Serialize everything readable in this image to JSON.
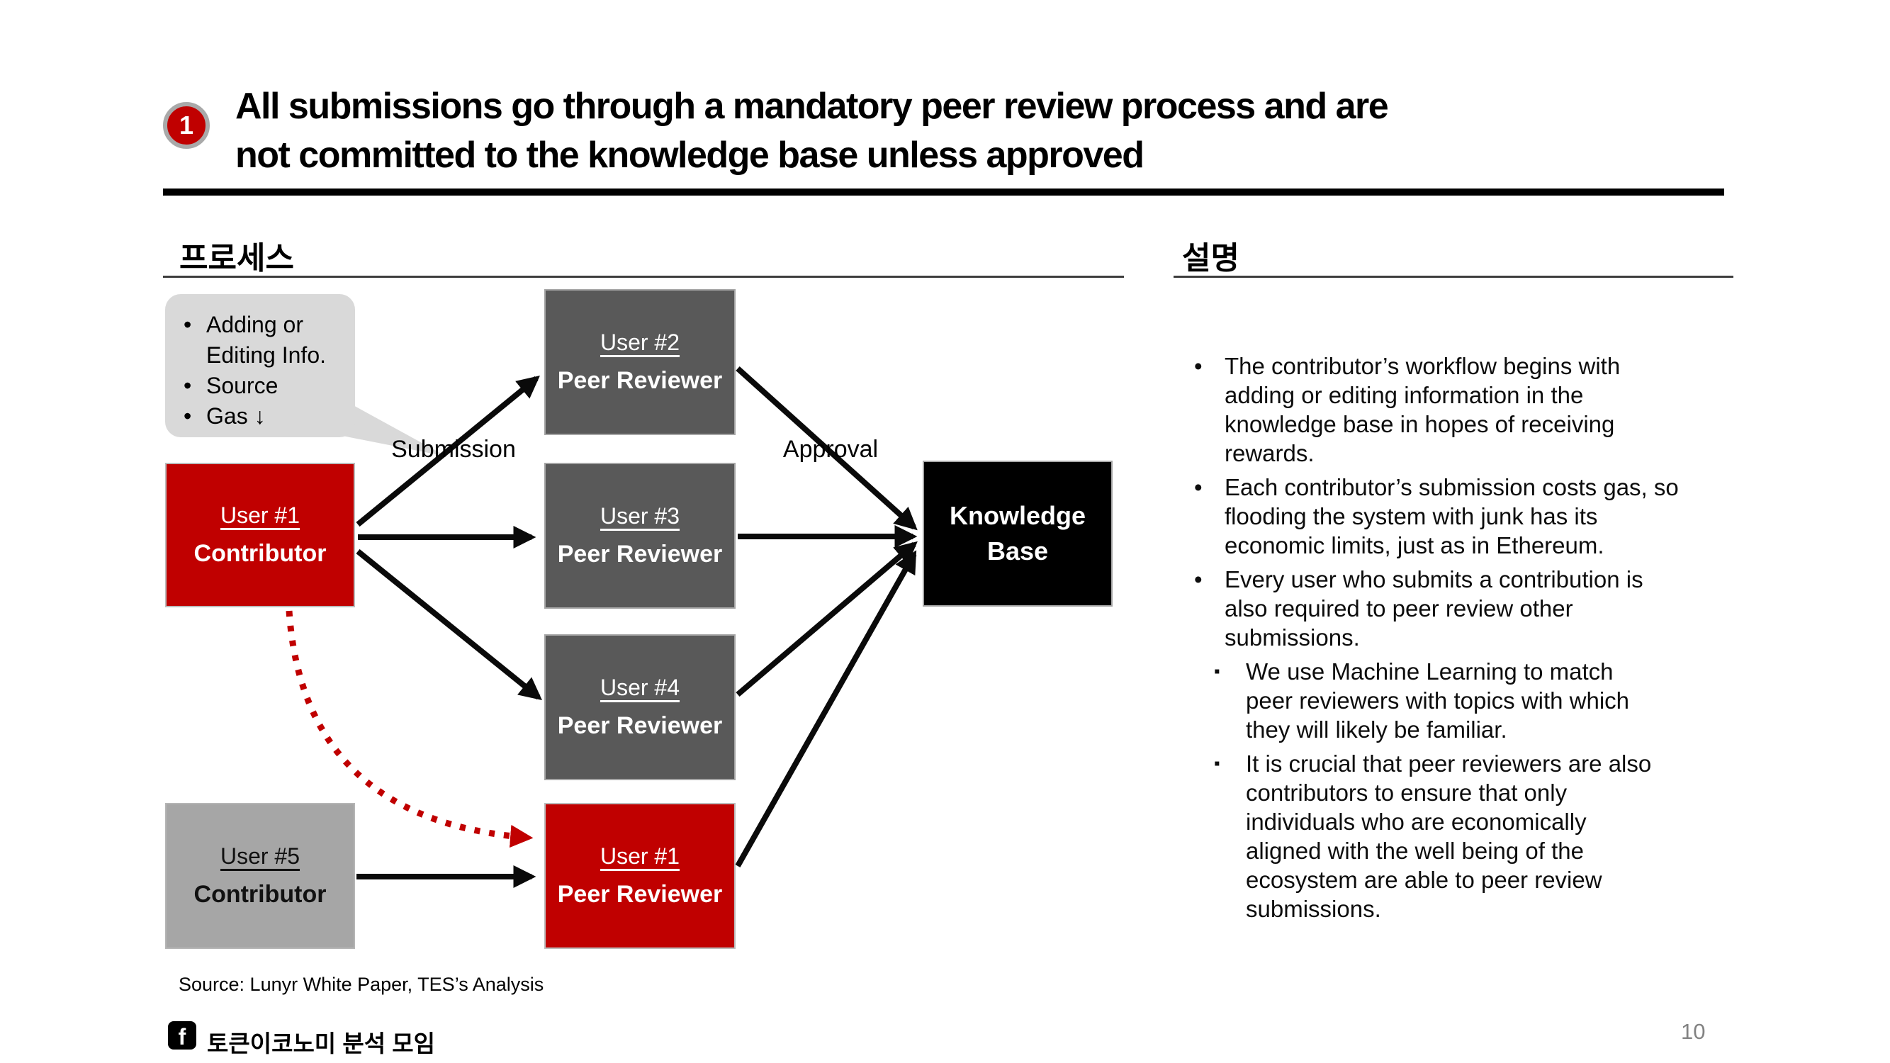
{
  "slide": {
    "number_badge": "1",
    "title": "All submissions go through a mandatory peer review process and are not committed to the knowledge base unless approved",
    "page_number": "10"
  },
  "process": {
    "heading": "프로세스",
    "bubble": {
      "items": [
        "Adding or Editing Info.",
        "Source",
        "Gas ↓"
      ]
    },
    "labels": {
      "submission": "Submission",
      "approval": "Approval"
    },
    "boxes": [
      {
        "id": "user1-contributor",
        "line1": "User #1",
        "line2": "Contributor",
        "variant": "red"
      },
      {
        "id": "user2-peer-reviewer",
        "line1": "User #2",
        "line2": "Peer Reviewer",
        "variant": "dark-gray"
      },
      {
        "id": "user3-peer-reviewer",
        "line1": "User #3",
        "line2": "Peer Reviewer",
        "variant": "dark-gray"
      },
      {
        "id": "user4-peer-reviewer",
        "line1": "User #4",
        "line2": "Peer Reviewer",
        "variant": "dark-gray"
      },
      {
        "id": "user1-peer-reviewer",
        "line1": "User #1",
        "line2": "Peer Reviewer",
        "variant": "red"
      },
      {
        "id": "user5-contributor",
        "line1": "User #5",
        "line2": "Contributor",
        "variant": "medium-gray"
      }
    ],
    "knowledge_base": {
      "line1": "Knowledge",
      "line2": "Base"
    }
  },
  "explanation": {
    "heading": "설명",
    "bullets": [
      {
        "level": 1,
        "text": "The contributor’s workflow begins with adding or editing information in the knowledge base in hopes of receiving rewards."
      },
      {
        "level": 1,
        "text": "Each contributor’s submission costs gas, so flooding the system with junk has its economic limits, just as in Ethereum."
      },
      {
        "level": 1,
        "text": "Every user who submits a contribution is also required to peer review other submissions."
      },
      {
        "level": 2,
        "text": "We use Machine Learning to match peer reviewers with topics with which they will likely be familiar."
      },
      {
        "level": 2,
        "text": "It is crucial that peer reviewers are also contributors to ensure that only individuals who are economically aligned with the well being of the ecosystem are able to peer review submissions."
      }
    ]
  },
  "footer": {
    "source": "Source: Lunyr White Paper, TES’s Analysis",
    "facebook_icon": "facebook-icon",
    "facebook_label": "토큰이코노미 분석 모임",
    "facebook_icon_letter": "f"
  },
  "colors": {
    "accent_red": "#c00000",
    "dark_gray_box": "#595959",
    "medium_gray_box": "#a6a6a6",
    "bubble_gray": "#d9d9d9",
    "knowledge_base_black": "#000000",
    "page_number_gray": "#828282"
  }
}
